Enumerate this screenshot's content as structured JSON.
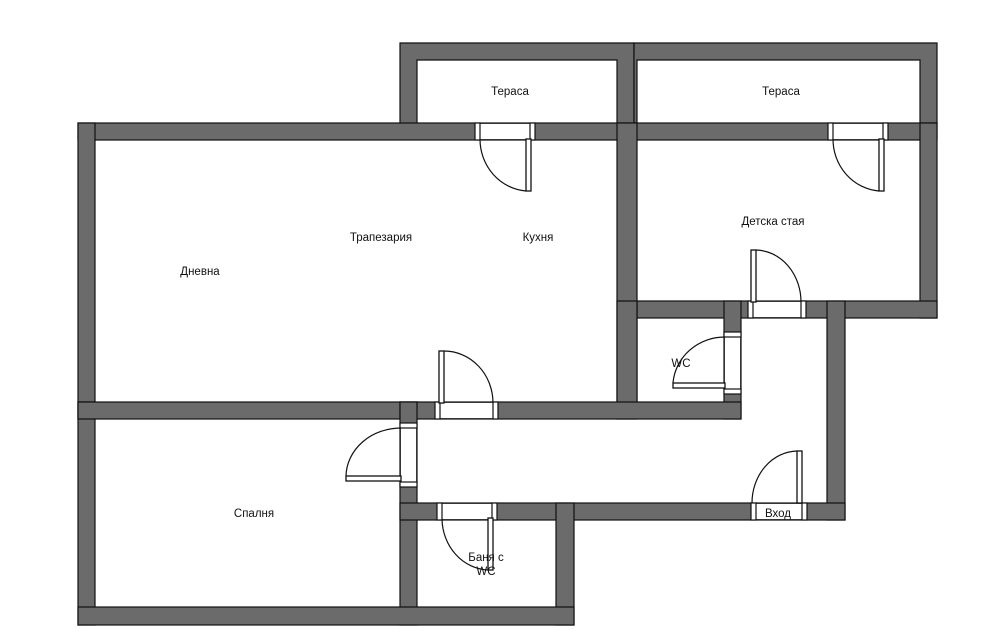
{
  "rooms": {
    "terrace_left": "Тераса",
    "terrace_right": "Тераса",
    "living": "Дневна",
    "dining": "Трапезария",
    "kitchen": "Кухня",
    "kids_room": "Детска стая",
    "wc": "WC",
    "bedroom": "Спалня",
    "bathroom_line1": "Баня с",
    "bathroom_line2": "WC",
    "entrance": "Вход"
  },
  "colors": {
    "wall_fill": "#6b6b6b",
    "wall_outline": "#111111",
    "background": "#ffffff"
  }
}
